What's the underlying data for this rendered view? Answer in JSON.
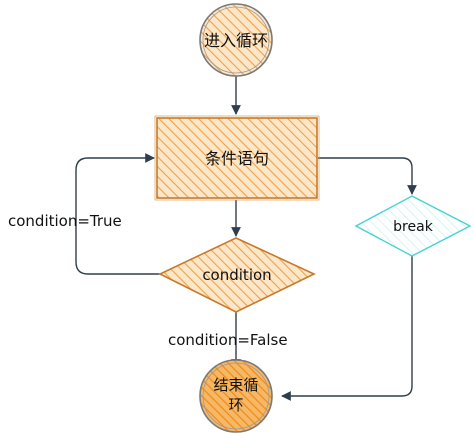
{
  "nodes": {
    "start": {
      "label": "进入循环",
      "fill": "#f5c48a",
      "stroke": "#7a7a7a"
    },
    "statement": {
      "label": "条件语句",
      "fill": "#f5c48a",
      "stroke": "#c77a2c"
    },
    "condition": {
      "label": "condition",
      "fill": "#f5c48a",
      "stroke": "#c77a2c"
    },
    "break": {
      "label": "break",
      "fill": "#e8fbfb",
      "stroke": "#48d2d4"
    },
    "end": {
      "label_line1": "结束循",
      "label_line2": "环",
      "fill": "#f39a2a",
      "stroke": "#7a7a7a"
    }
  },
  "edges": {
    "true_label": "condition=True",
    "false_label": "condition=False",
    "color": "#2f3e4f"
  }
}
